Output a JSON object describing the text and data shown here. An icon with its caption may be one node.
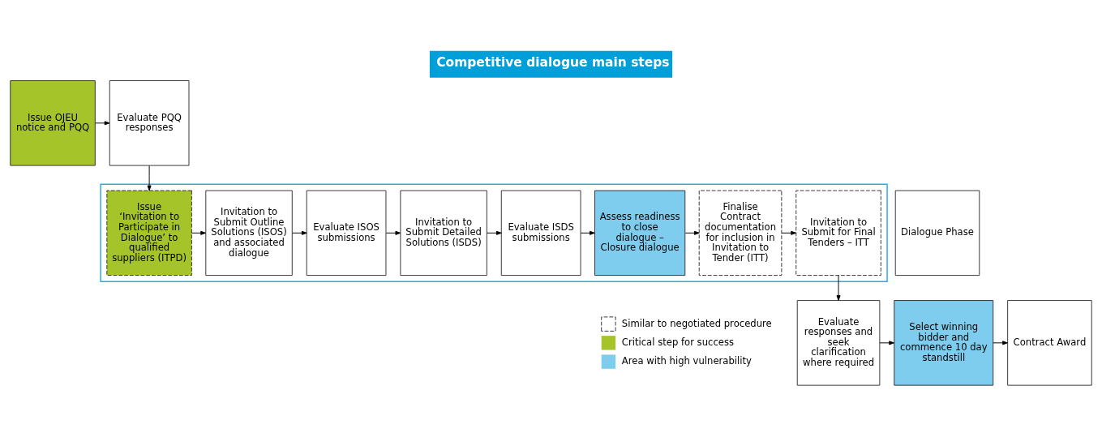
{
  "diagram": {
    "title": "Competitive dialogue main steps",
    "nodes": [
      {
        "text": [
          "Issue OJEU notice and PQQ"
        ]
      },
      {
        "text": [
          "Evaluate PQQ responses"
        ]
      },
      {
        "text": [
          "Dialogue Phase"
        ]
      },
      {
        "text": [],
        "shape": "box"
      },
      {
        "text": [
          "Issue ‘Invitation to Participate in Dialogue’ to qualified suppliers (ITPD)"
        ],
        "in": 3
      },
      {
        "text": [
          "Invitation to Submit Outline Solutions (ISOS) and associated dialogue"
        ],
        "in": 3
      },
      {
        "text": [
          "Evaluate ISOS submissions"
        ],
        "in": 3
      },
      {
        "text": [
          "Invitation to Submit Detailed Solutions (ISDS)"
        ],
        "in": 3
      },
      {
        "text": [
          "Evaluate ISDS submissions"
        ],
        "in": 3
      },
      {
        "text": [
          "Assess readiness to close dialogue – Closure dialogue"
        ],
        "in": 3
      },
      {
        "text": [
          "Finalise Contract documentation for inclusion in Invitation to Tender (ITT)"
        ],
        "in": 3
      },
      {
        "text": [
          "Invitation to Submit for Final Tenders – ITT"
        ],
        "in": 3
      },
      {
        "text": [
          "Evaluate responses and seek clarification where required"
        ]
      },
      {
        "text": [
          "Select winning bidder and commence 10 day standstill"
        ]
      },
      {
        "text": [
          "Contract Award"
        ]
      }
    ],
    "edges": [
      {
        "from": 0,
        "to": 1,
        "arrow": "to"
      },
      {
        "from": 1,
        "to": 4,
        "arrow": "to"
      },
      {
        "from": 4,
        "to": 5,
        "arrow": "to"
      },
      {
        "from": 5,
        "to": 6,
        "arrow": "to"
      },
      {
        "from": 6,
        "to": 7,
        "arrow": "to"
      },
      {
        "from": 7,
        "to": 8,
        "arrow": "to"
      },
      {
        "from": 8,
        "to": 9,
        "arrow": "to"
      },
      {
        "from": 9,
        "to": 10,
        "arrow": "to"
      },
      {
        "from": 10,
        "to": 11,
        "arrow": "to"
      },
      {
        "from": 11,
        "to": 12,
        "arrow": "to"
      },
      {
        "from": 12,
        "to": 13,
        "arrow": "to"
      },
      {
        "from": 13,
        "to": 14,
        "arrow": "to"
      }
    ],
    "legend": [
      {
        "text": "Similar to negotiated procedure"
      },
      {
        "text": "Critical step for success",
        "color": "#a5c42a"
      },
      {
        "text": "Area with high vulnerability",
        "color": "#7fcdee"
      }
    ]
  }
}
